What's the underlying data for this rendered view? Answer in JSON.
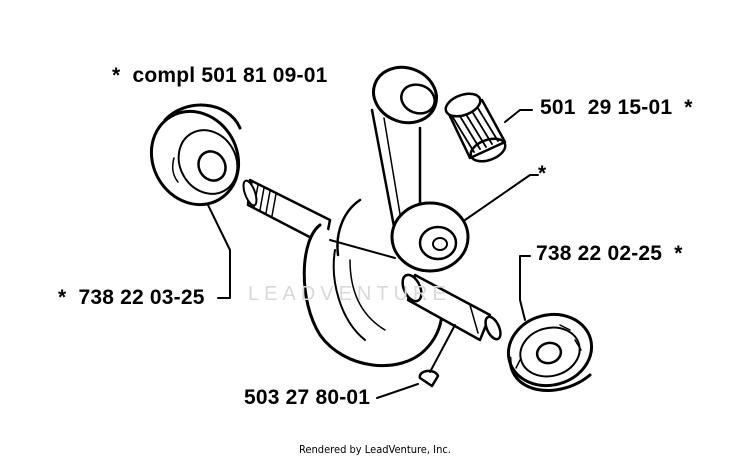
{
  "parts": {
    "crankshaft_complete": "*  compl 501 81 09-01",
    "needle_bearing": "501  29 15-01  *",
    "crank_pin_marker": "*",
    "ball_bearing_right": "738 22 02-25  *",
    "ball_bearing_left": "*  738 22 03-25",
    "woodruff_key": "503 27 80-01"
  },
  "watermark": "LEADVENTURE",
  "footer": "Rendered by LeadVenture, Inc."
}
